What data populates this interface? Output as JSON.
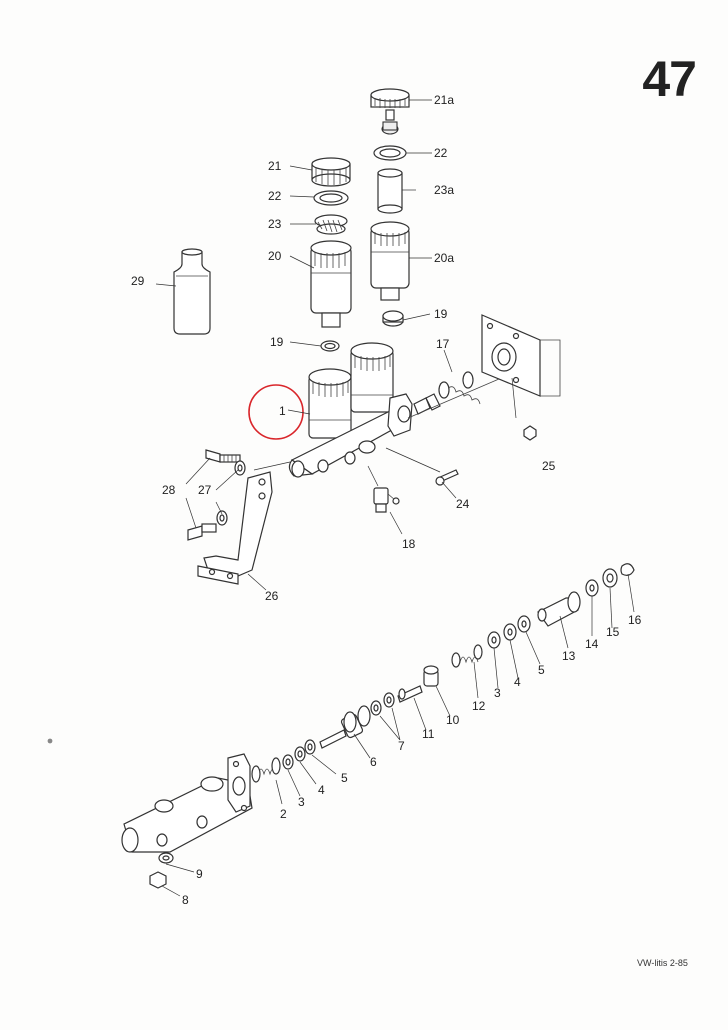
{
  "page": {
    "number": "47",
    "footer": "VW-litis 2-85"
  },
  "highlight": {
    "color": "#d9262b",
    "target_label": "1"
  },
  "colors": {
    "ink": "#333333",
    "paper": "#fdfdfc"
  },
  "callouts": {
    "c1": "1",
    "c2": "2",
    "c3a": "3",
    "c3b": "3",
    "c4a": "4",
    "c4b": "4",
    "c5a": "5",
    "c5b": "5",
    "c6": "6",
    "c7": "7",
    "c8": "8",
    "c9": "9",
    "c10": "10",
    "c11": "11",
    "c12": "12",
    "c13": "13",
    "c14": "14",
    "c15": "15",
    "c16": "16",
    "c17": "17",
    "c18": "18",
    "c19a": "19",
    "c19b": "19",
    "c20": "20",
    "c20a": "20a",
    "c21": "21",
    "c21a": "21a",
    "c22a": "22",
    "c22b": "22",
    "c23": "23",
    "c23a": "23a",
    "c24": "24",
    "c25": "25",
    "c26": "26",
    "c27": "27",
    "c28": "28",
    "c29": "29"
  }
}
